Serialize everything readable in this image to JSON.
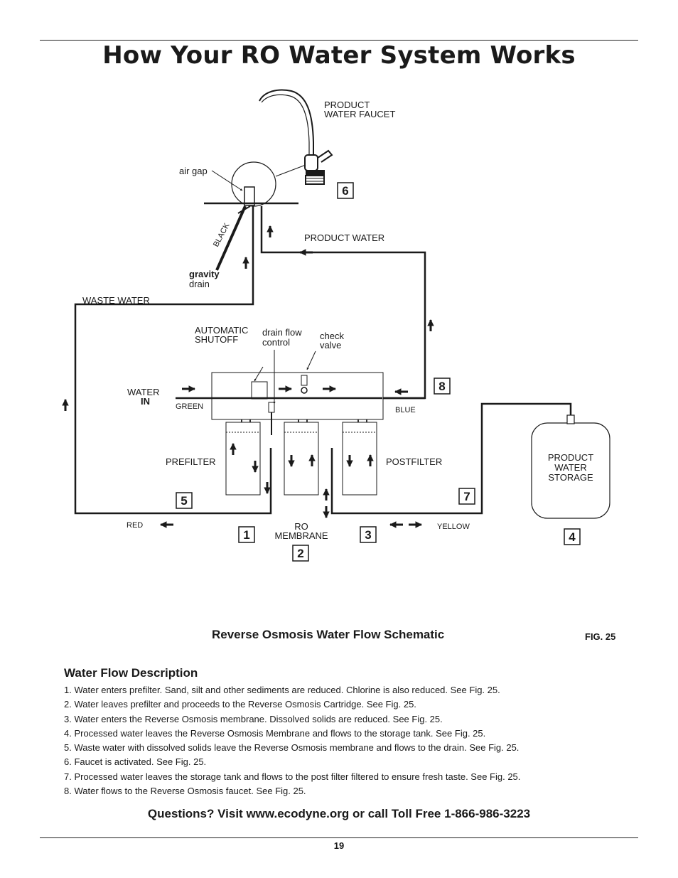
{
  "title": "How Your RO Water System Works",
  "diagram": {
    "labels": {
      "faucet": [
        "PRODUCT",
        "WATER FAUCET"
      ],
      "air_gap": "air gap",
      "black": "BLACK",
      "product_water": "PRODUCT WATER",
      "gravity": "gravity",
      "drain": "drain",
      "waste_water": "WASTE WATER",
      "auto_shutoff": [
        "AUTOMATIC",
        "SHUTOFF"
      ],
      "drain_flow": [
        "drain flow",
        "control"
      ],
      "check_valve": [
        "check",
        "valve"
      ],
      "water": "WATER",
      "in": "IN",
      "green": "GREEN",
      "blue": "BLUE",
      "prefilter": "PREFILTER",
      "postfilter": "POSTFILTER",
      "storage": [
        "PRODUCT",
        "WATER",
        "STORAGE"
      ],
      "red": "RED",
      "ro_membrane": [
        "RO",
        "MEMBRANE"
      ],
      "yellow": "YELLOW"
    },
    "step_numbers": [
      "1",
      "2",
      "3",
      "4",
      "5",
      "6",
      "7",
      "8"
    ]
  },
  "caption": "Reverse Osmosis Water Flow Schematic",
  "fig_label": "FIG. 25",
  "description": {
    "heading": "Water Flow Description",
    "steps": [
      "1. Water enters prefilter. Sand, silt and other sediments are reduced. Chlorine is also reduced. See Fig. 25.",
      "2. Water leaves prefilter and proceeds to the Reverse Osmosis Cartridge. See Fig. 25.",
      "3. Water enters the Reverse Osmosis membrane. Dissolved solids are reduced. See Fig. 25.",
      "4. Processed water leaves the Reverse Osmosis Membrane and flows to the storage tank. See Fig. 25.",
      "5. Waste water with dissolved solids leave the Reverse Osmosis membrane and flows  to the drain. See Fig. 25.",
      "6. Faucet is activated. See Fig. 25.",
      "7. Processed water leaves the storage tank and flows to the post filter filtered to ensure fresh taste. See Fig. 25.",
      "8. Water flows to the Reverse Osmosis faucet. See Fig. 25."
    ]
  },
  "contact": "Questions? Visit www.ecodyne.org or call Toll Free 1-866-986-3223",
  "page_number": "19"
}
